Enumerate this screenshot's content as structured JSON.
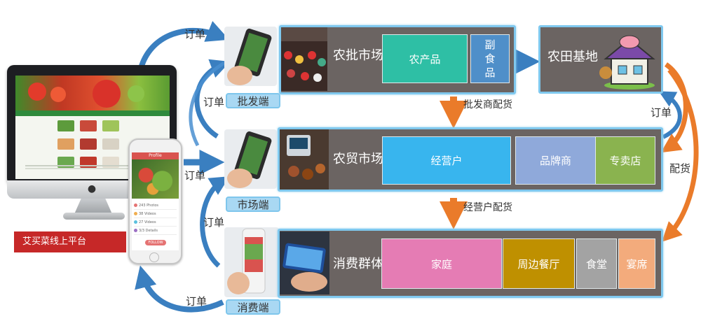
{
  "platform": {
    "label": "艾买菜线上平台"
  },
  "big_phone": {
    "header": "Profile",
    "rows": [
      "243 Photos",
      "38 Videos",
      "27 Videos",
      "3/3 Details"
    ],
    "button": "FOLLOW"
  },
  "devices": [
    {
      "label": "批发端"
    },
    {
      "label": "市场端"
    },
    {
      "label": "消费端"
    }
  ],
  "flow_labels": {
    "order_top": "订单",
    "order_left_upper": "订单",
    "order_middle": "订单",
    "order_left_lower": "订单",
    "order_bottom": "订单",
    "order_right": "订单",
    "delivery_right": "配货",
    "wholesaler_delivery": "批发商配货",
    "merchant_delivery": "经营户配货"
  },
  "rows": [
    {
      "title": "农批市场",
      "cells": [
        "农产品",
        "副食品"
      ]
    },
    {
      "title": "农贸市场",
      "cells": [
        "经营户",
        "品牌商",
        "专卖店"
      ]
    },
    {
      "title": "消费群体",
      "cells": [
        "家庭",
        "周边餐厅",
        "食堂",
        "宴席"
      ]
    }
  ],
  "farm": {
    "title": "农田基地"
  },
  "colors": {
    "arrow_blue": "#3a7fc0",
    "arrow_orange": "#ea7b2a",
    "panel_gray": "#6b6462",
    "panel_border": "#7fc8ee",
    "teal": "#2ebfa5",
    "steel_blue": "#4f8fc9",
    "sky_blue": "#38b5ee",
    "lavender_blue": "#8fa9da",
    "olive_green": "#8ab34f",
    "pink": "#e57cb4",
    "gold": "#bf9000",
    "gray": "#a3a3a3",
    "peach": "#f3ab7c",
    "platform_red": "#c62828"
  }
}
